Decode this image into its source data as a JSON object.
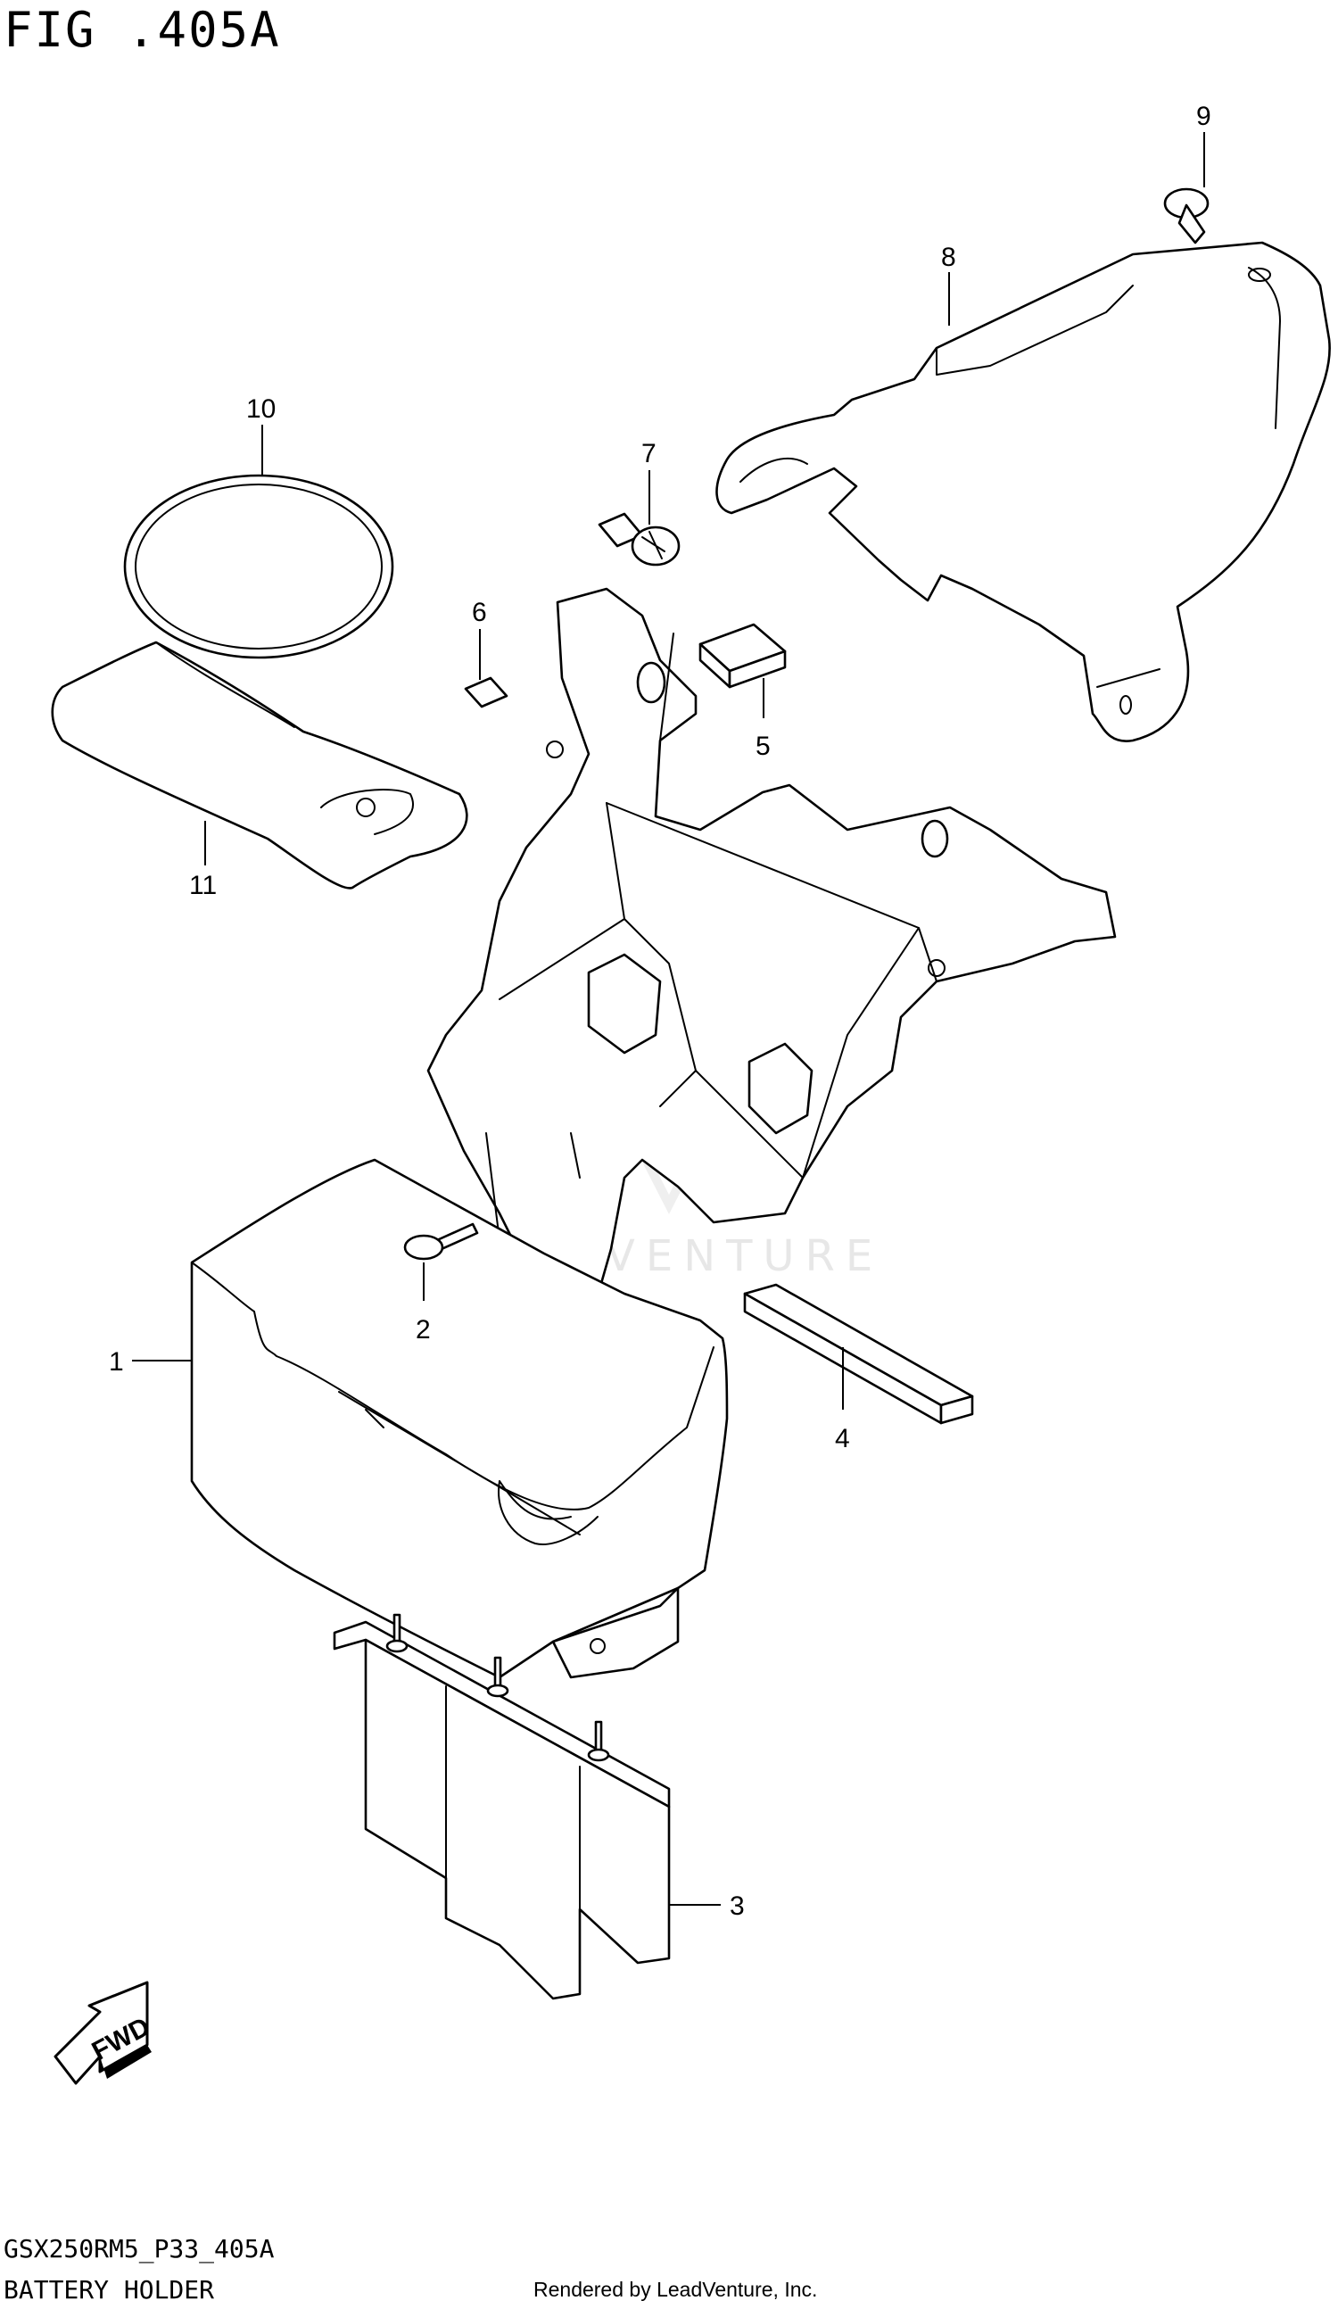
{
  "figure_title": "FIG .405A",
  "callouts": [
    {
      "id": "c1",
      "label": "1"
    },
    {
      "id": "c2",
      "label": "2"
    },
    {
      "id": "c3",
      "label": "3"
    },
    {
      "id": "c4",
      "label": "4"
    },
    {
      "id": "c5",
      "label": "5"
    },
    {
      "id": "c6",
      "label": "6"
    },
    {
      "id": "c7",
      "label": "7"
    },
    {
      "id": "c8",
      "label": "8"
    },
    {
      "id": "c9",
      "label": "9"
    },
    {
      "id": "c10",
      "label": "10"
    },
    {
      "id": "c11",
      "label": "11"
    }
  ],
  "fwd_label": "FWD",
  "watermark_text": "LEADVENTURE",
  "footer": {
    "diagram_code": "GSX250RM5_P33_405A",
    "section_name": "BATTERY HOLDER",
    "rendered_by": "Rendered by LeadVenture, Inc."
  }
}
